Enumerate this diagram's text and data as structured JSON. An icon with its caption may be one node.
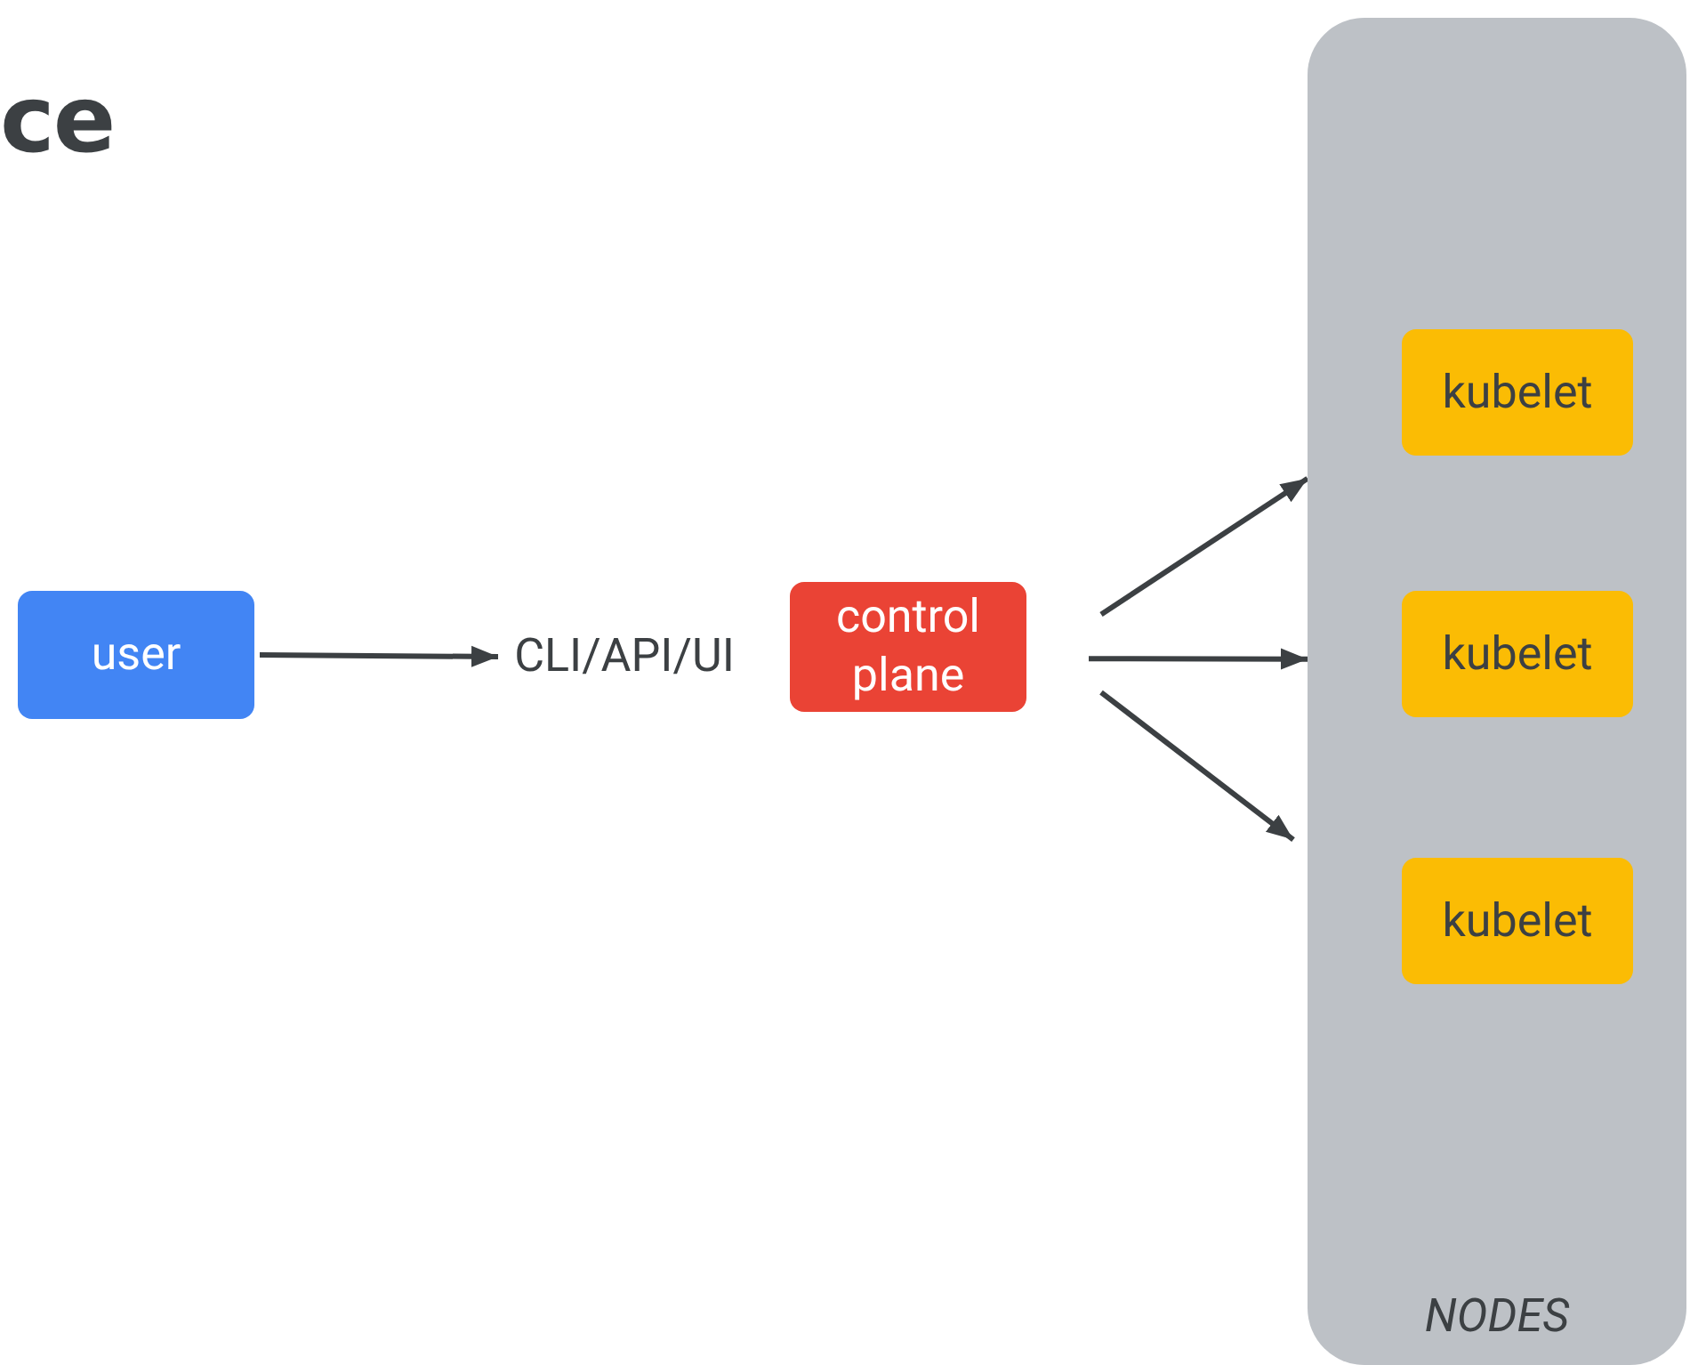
{
  "diagram": {
    "title": "ce",
    "nodes": [
      {
        "text": [
          "user"
        ]
      },
      {
        "text": [
          "CLI/API/UI"
        ]
      },
      {
        "text": [
          "control plane"
        ]
      },
      {
        "text": [
          "NODES"
        ]
      },
      {
        "text": [
          "kubelet"
        ],
        "in": 3
      },
      {
        "text": [
          "kubelet"
        ],
        "in": 3
      },
      {
        "text": [
          "kubelet"
        ],
        "in": 3
      }
    ],
    "edges": [
      {
        "from": 0,
        "to": 1,
        "arrow": "to"
      },
      {
        "from": 2,
        "to": 3,
        "arrow": "to"
      },
      {
        "from": 2,
        "to": 3,
        "arrow": "to"
      },
      {
        "from": 2,
        "to": 3,
        "arrow": "to"
      }
    ]
  }
}
